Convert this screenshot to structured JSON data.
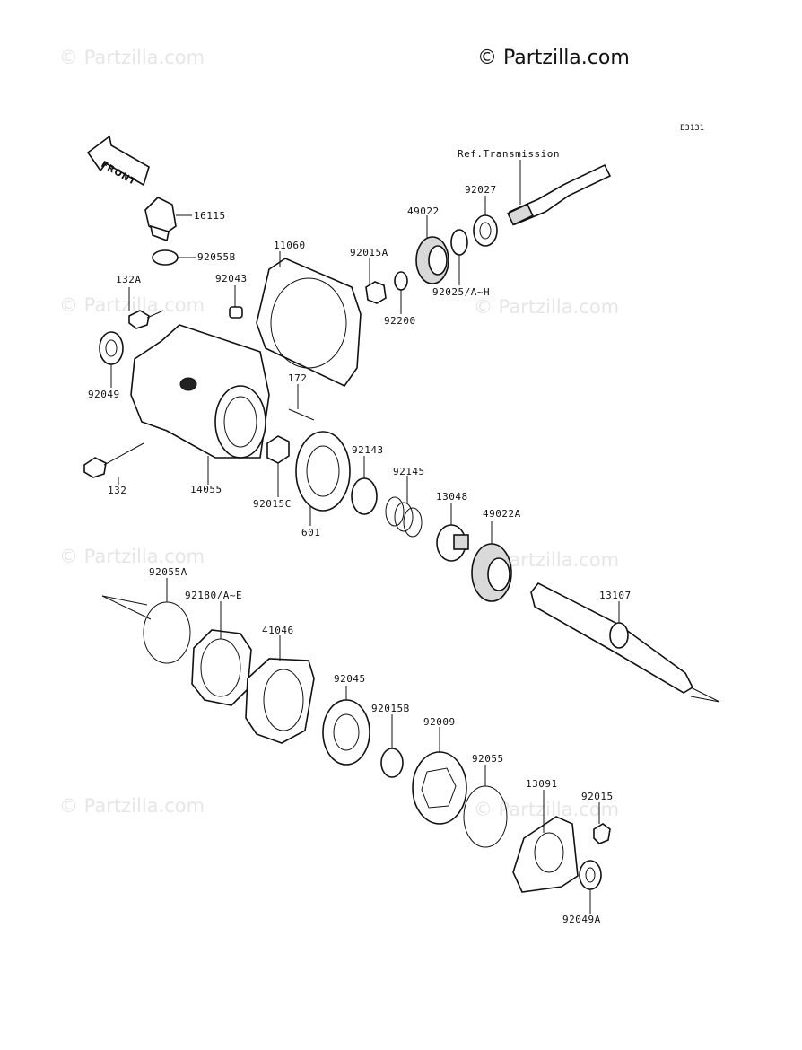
{
  "header": {
    "brand": "© Partzilla.com",
    "watermark": "© Partzilla.com",
    "diagram_code": "E3131",
    "front_label": "FRONT"
  },
  "labels": [
    {
      "id": "ref-transmission",
      "text": "Ref.Transmission"
    },
    {
      "id": "92027",
      "text": "92027"
    },
    {
      "id": "49022",
      "text": "49022"
    },
    {
      "id": "16115",
      "text": "16115"
    },
    {
      "id": "92055b",
      "text": "92055B"
    },
    {
      "id": "11060",
      "text": "11060"
    },
    {
      "id": "92015a",
      "text": "92015A"
    },
    {
      "id": "92025",
      "text": "92025/A~H"
    },
    {
      "id": "132a",
      "text": "132A"
    },
    {
      "id": "92043",
      "text": "92043"
    },
    {
      "id": "92200",
      "text": "92200"
    },
    {
      "id": "92049",
      "text": "92049"
    },
    {
      "id": "172",
      "text": "172"
    },
    {
      "id": "92143",
      "text": "92143"
    },
    {
      "id": "92145",
      "text": "92145"
    },
    {
      "id": "13048",
      "text": "13048"
    },
    {
      "id": "49022a",
      "text": "49022A"
    },
    {
      "id": "132",
      "text": "132"
    },
    {
      "id": "14055",
      "text": "14055"
    },
    {
      "id": "92015c",
      "text": "92015C"
    },
    {
      "id": "601",
      "text": "601"
    },
    {
      "id": "92055a",
      "text": "92055A"
    },
    {
      "id": "92180",
      "text": "92180/A~E"
    },
    {
      "id": "41046",
      "text": "41046"
    },
    {
      "id": "13107",
      "text": "13107"
    },
    {
      "id": "92045",
      "text": "92045"
    },
    {
      "id": "92015b",
      "text": "92015B"
    },
    {
      "id": "92009",
      "text": "92009"
    },
    {
      "id": "92055",
      "text": "92055"
    },
    {
      "id": "13091",
      "text": "13091"
    },
    {
      "id": "92015",
      "text": "92015"
    },
    {
      "id": "92049a",
      "text": "92049A"
    }
  ]
}
